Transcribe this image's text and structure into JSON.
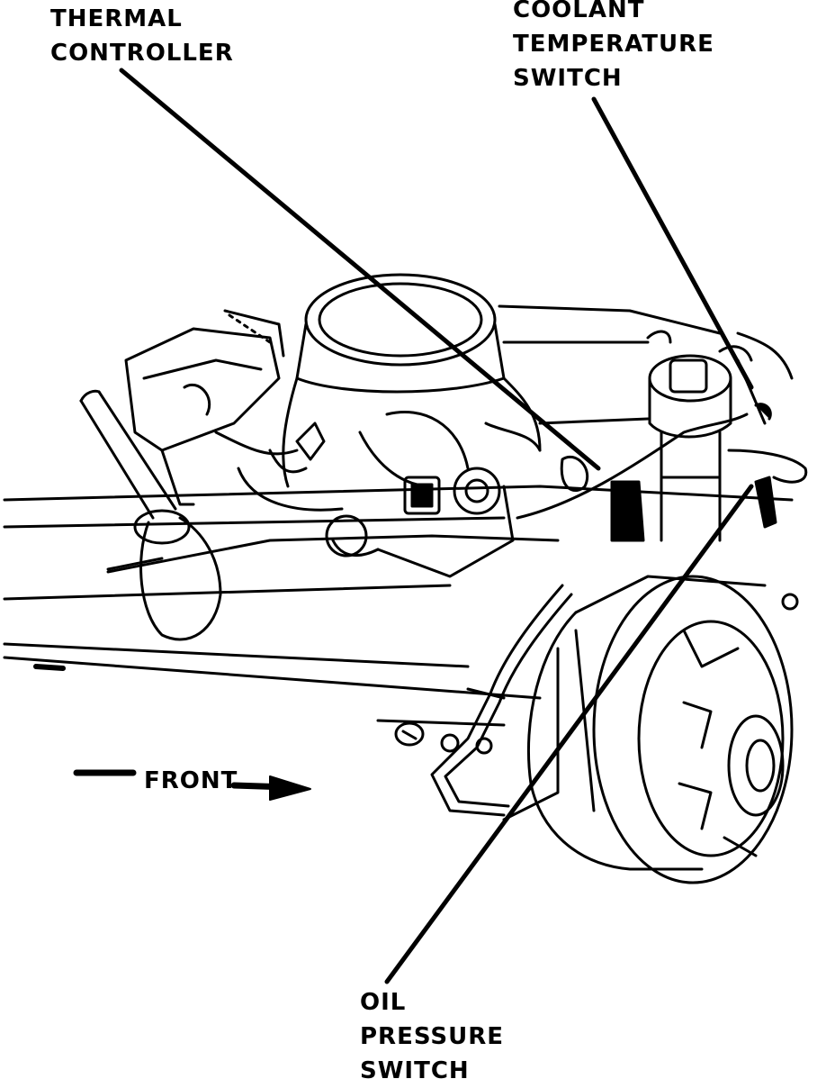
{
  "labels": {
    "thermal_controller": [
      "THERMAL",
      "CONTROLLER"
    ],
    "coolant_temperature_switch": [
      "COOLANT",
      "TEMPERATURE",
      "SWITCH"
    ],
    "oil_pressure_switch": [
      "OIL",
      "PRESSURE",
      "SWITCH"
    ],
    "front": "FRONT"
  },
  "colors": {
    "ink": "#000000",
    "paper": "#ffffff"
  }
}
